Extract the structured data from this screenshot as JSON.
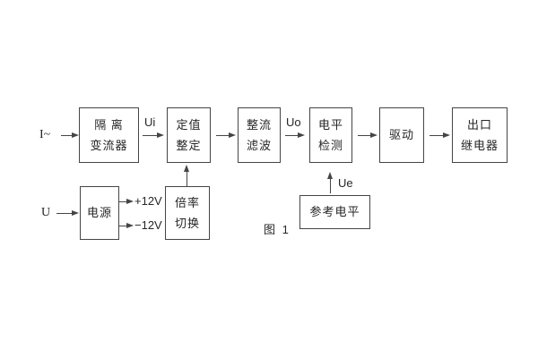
{
  "figure": {
    "caption": "图 1",
    "background": "#ffffff",
    "line_color": "#454545",
    "text_color": "#262626"
  },
  "inputs": {
    "current": "I~",
    "voltage": "U"
  },
  "signal_labels": {
    "ui": "Ui",
    "uo": "Uo",
    "ue": "Ue",
    "rail_positive": "+12V",
    "rail_negative": "−12V"
  },
  "blocks": {
    "isolation": {
      "line1": "隔 离",
      "line2": "变流器"
    },
    "setting": {
      "line1": "定值",
      "line2": "整定"
    },
    "rectifier": {
      "line1": "整流",
      "line2": "滤波"
    },
    "level": {
      "line1": "电平",
      "line2": "检测"
    },
    "drive": {
      "line1": "驱动"
    },
    "relay": {
      "line1": "出口",
      "line2": "继电器"
    },
    "power": {
      "line1": "电源"
    },
    "ratio": {
      "line1": "倍率",
      "line2": "切换"
    },
    "reference": {
      "line1": "参考电平"
    }
  }
}
